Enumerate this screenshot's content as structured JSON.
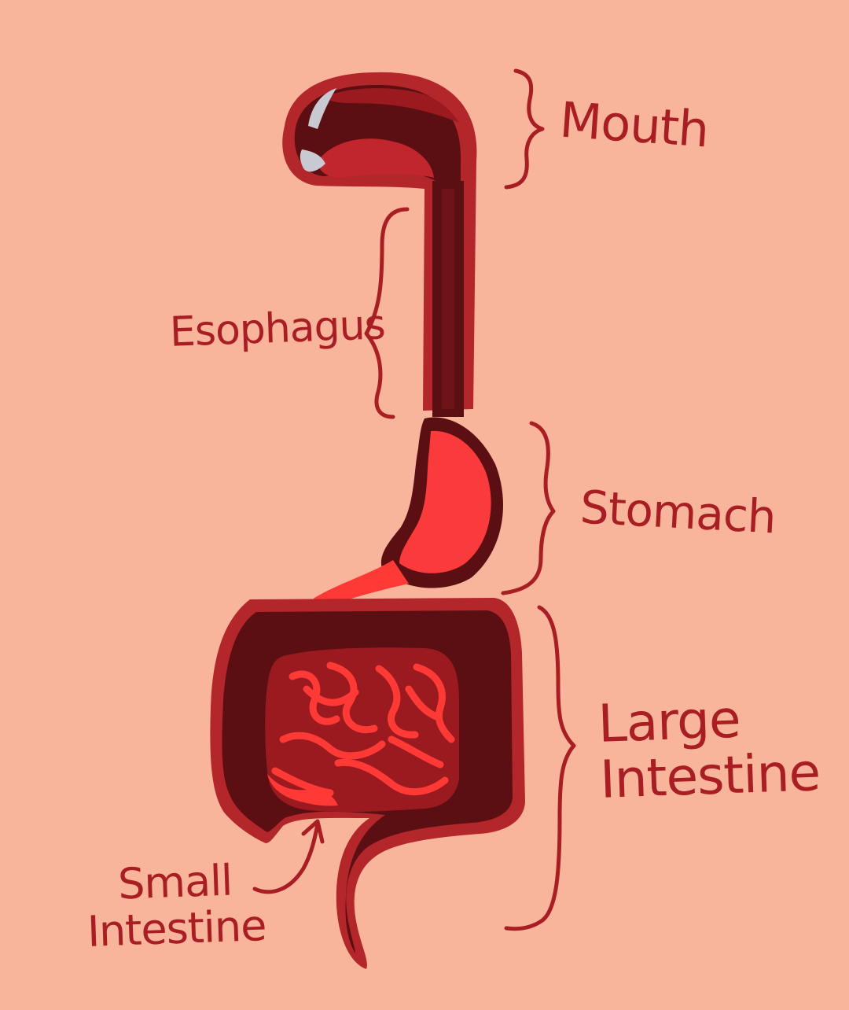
{
  "diagram": {
    "colors": {
      "background": "#f9b49c",
      "outline": "#b3262a",
      "dark_tissue": "#5c0f12",
      "mid_tissue": "#9b1a1f",
      "stomach_fill": "#fb3b3b",
      "bright_tissue": "#ff3a36",
      "tooth": "#c9c9d2",
      "label": "#a81e22"
    },
    "labels": {
      "mouth": "Mouth",
      "esophagus": "Esophagus",
      "stomach": "Stomach",
      "large_intestine_line1": "Large",
      "large_intestine_line2": "Intestine",
      "small_intestine_line1": "Small",
      "small_intestine_line2": "Intestine"
    }
  }
}
